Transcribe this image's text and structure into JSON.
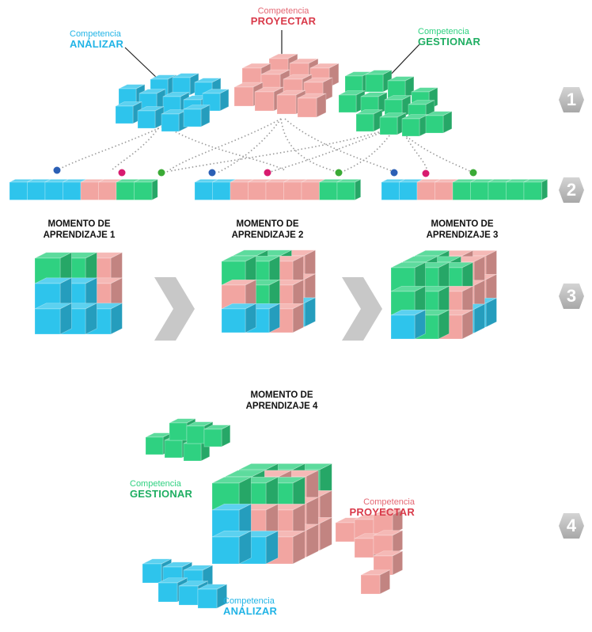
{
  "colors": {
    "analizar": "#2ec4ec",
    "proyectar": "#f2a5a1",
    "gestionar": "#2fd181",
    "analizar_text": "#22b4e6",
    "proyectar_text": "#d93a4a",
    "gestionar_text": "#1fae62",
    "dot_blue": "#2b5fb5",
    "dot_pink": "#d81b6f",
    "dot_green": "#3aaa35"
  },
  "competencies": {
    "analizar": {
      "prefix": "Competencia",
      "name": "ANÁLIZAR"
    },
    "proyectar": {
      "prefix": "Competencia",
      "name": "PROYECTAR"
    },
    "gestionar": {
      "prefix": "Competencia",
      "name": "GESTIONAR"
    }
  },
  "moments": [
    {
      "line1": "MOMENTO DE",
      "line2": "APRENDIZAJE 1"
    },
    {
      "line1": "MOMENTO DE",
      "line2": "APRENDIZAJE 2"
    },
    {
      "line1": "MOMENTO DE",
      "line2": "APRENDIZAJE 3"
    },
    {
      "line1": "MOMENTO DE",
      "line2": "APRENDIZAJE 4"
    }
  ],
  "steps": [
    "1",
    "2",
    "3",
    "4"
  ],
  "bars": [
    {
      "analizar": 4,
      "proyectar": 2,
      "gestionar": 2
    },
    {
      "analizar": 2,
      "proyectar": 5,
      "gestionar": 2
    },
    {
      "analizar": 2,
      "proyectar": 2,
      "gestionar": 5
    }
  ]
}
